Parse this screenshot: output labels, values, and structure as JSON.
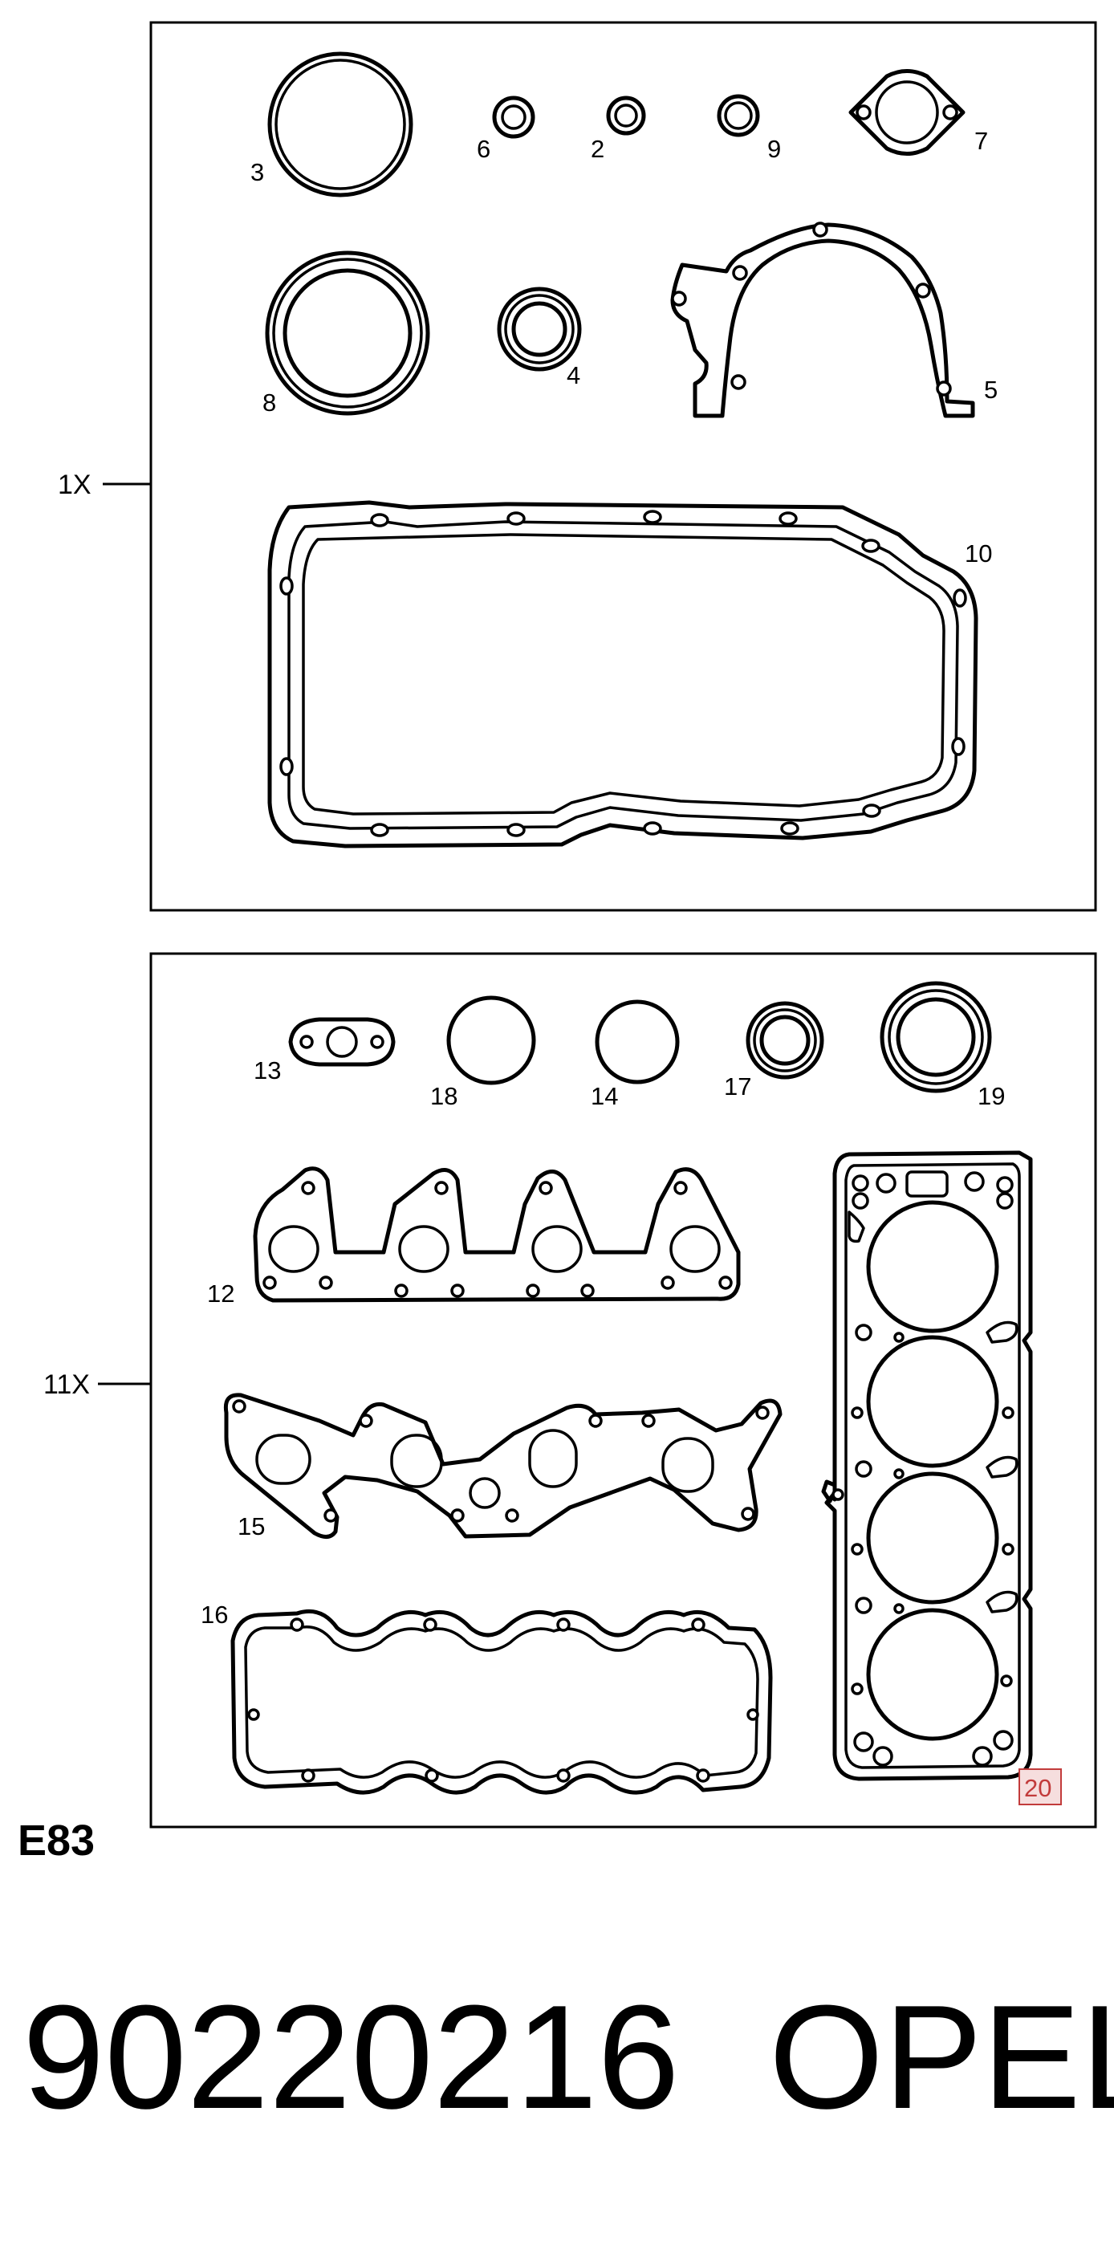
{
  "box_top": {
    "quantity_label": "1X",
    "parts": {
      "p3": "3",
      "p6": "6",
      "p2": "2",
      "p9": "9",
      "p7": "7",
      "p8": "8",
      "p4": "4",
      "p5": "5",
      "p10": "10"
    }
  },
  "box_bottom": {
    "quantity_label": "11X",
    "parts": {
      "p13": "13",
      "p18": "18",
      "p14": "14",
      "p17": "17",
      "p19": "19",
      "p12": "12",
      "p15": "15",
      "p16": "16",
      "p20": "20"
    }
  },
  "diagram_code": "E83",
  "part_number": "90220216",
  "brand": "OPEL",
  "colors": {
    "line": "#000000",
    "highlight": "#c23b3b",
    "highlight_fill": "#f6dede"
  }
}
